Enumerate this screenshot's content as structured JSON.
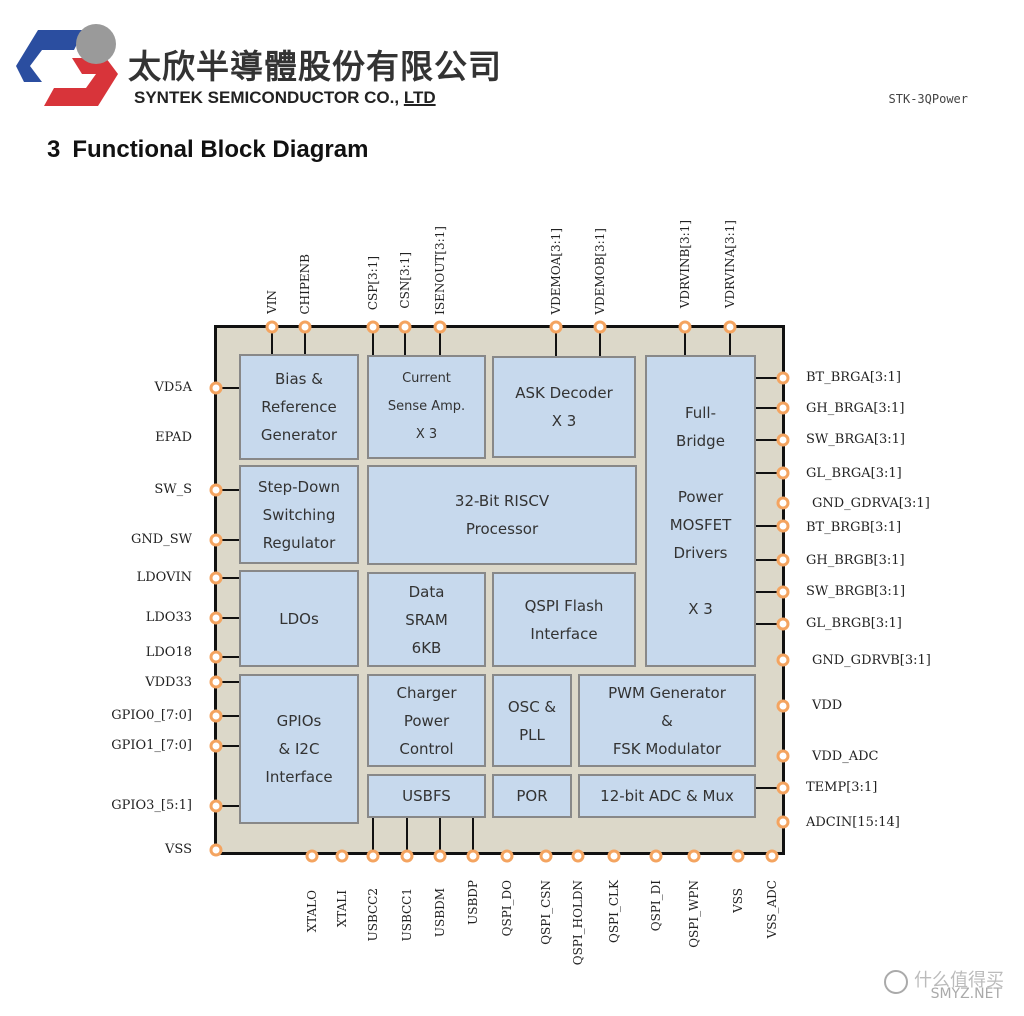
{
  "header": {
    "company_cn": "太欣半導體股份有限公司",
    "company_en": "SYNTEK SEMICONDUCTOR CO., ",
    "company_en_suffix": "LTD",
    "doc_code": "STK-3QPower"
  },
  "section": {
    "number": "3",
    "title": "Functional Block Diagram"
  },
  "blocks": {
    "bias": "Bias &\nReference\nGenerator",
    "current_sense": "Current\nSense Amp.\nX 3",
    "ask": "ASK Decoder\nX 3",
    "full_bridge": "Full-\nBridge\n\nPower\nMOSFET\nDrivers\n\nX 3",
    "step_down": "Step-Down\nSwitching\nRegulator",
    "riscv": "32-Bit RISCV\nProcessor",
    "ldos": "LDOs",
    "sram": "Data\nSRAM\n6KB",
    "qspi": "QSPI Flash\nInterface",
    "gpios": "GPIOs\n& I2C\nInterface",
    "charger": "Charger\nPower\nControl",
    "osc": "OSC &\nPLL",
    "pwm": "PWM Generator\n&\nFSK Modulator",
    "usbfs": "USBFS",
    "por": "POR",
    "adc": "12-bit ADC & Mux"
  },
  "pins": {
    "top": [
      "VIN",
      "CHIPENB",
      "CSP[3:1]",
      "CSN[3:1]",
      "ISENOUT[3:1]",
      "VDEMOA[3:1]",
      "VDEMOB[3:1]",
      "VDRVINB[3:1]",
      "VDRVINA[3:1]"
    ],
    "left": [
      "VD5A",
      "EPAD",
      "SW_S",
      "GND_SW",
      "LDOVIN",
      "LDO33",
      "LDO18",
      "VDD33",
      "GPIO0_[7:0]",
      "GPIO1_[7:0]",
      "GPIO3_[5:1]",
      "VSS"
    ],
    "right": [
      "BT_BRGA[3:1]",
      "GH_BRGA[3:1]",
      "SW_BRGA[3:1]",
      "GL_BRGA[3:1]",
      "GND_GDRVA[3:1]",
      "BT_BRGB[3:1]",
      "GH_BRGB[3:1]",
      "SW_BRGB[3:1]",
      "GL_BRGB[3:1]",
      "GND_GDRVB[3:1]",
      "VDD",
      "VDD_ADC",
      "TEMP[3:1]",
      "ADCIN[15:14]"
    ],
    "bottom": [
      "XTALO",
      "XTALI",
      "USBCC2",
      "USBCC1",
      "USBDM",
      "USBDP",
      "QSPI_DO",
      "QSPI_CSN",
      "QSPI_HOLDN",
      "QSPI_CLK",
      "QSPI_DI",
      "QSPI_WPN",
      "VSS",
      "VSS_ADC"
    ]
  },
  "watermark": {
    "cn": "什么值得买",
    "url": "SMYZ.NET"
  },
  "colors": {
    "chip_fill": "#dcd8c9",
    "block_fill": "#c7d9ed",
    "pin": "#f4a460",
    "logo_blue": "#2b4ea0",
    "logo_red": "#d8343a"
  }
}
